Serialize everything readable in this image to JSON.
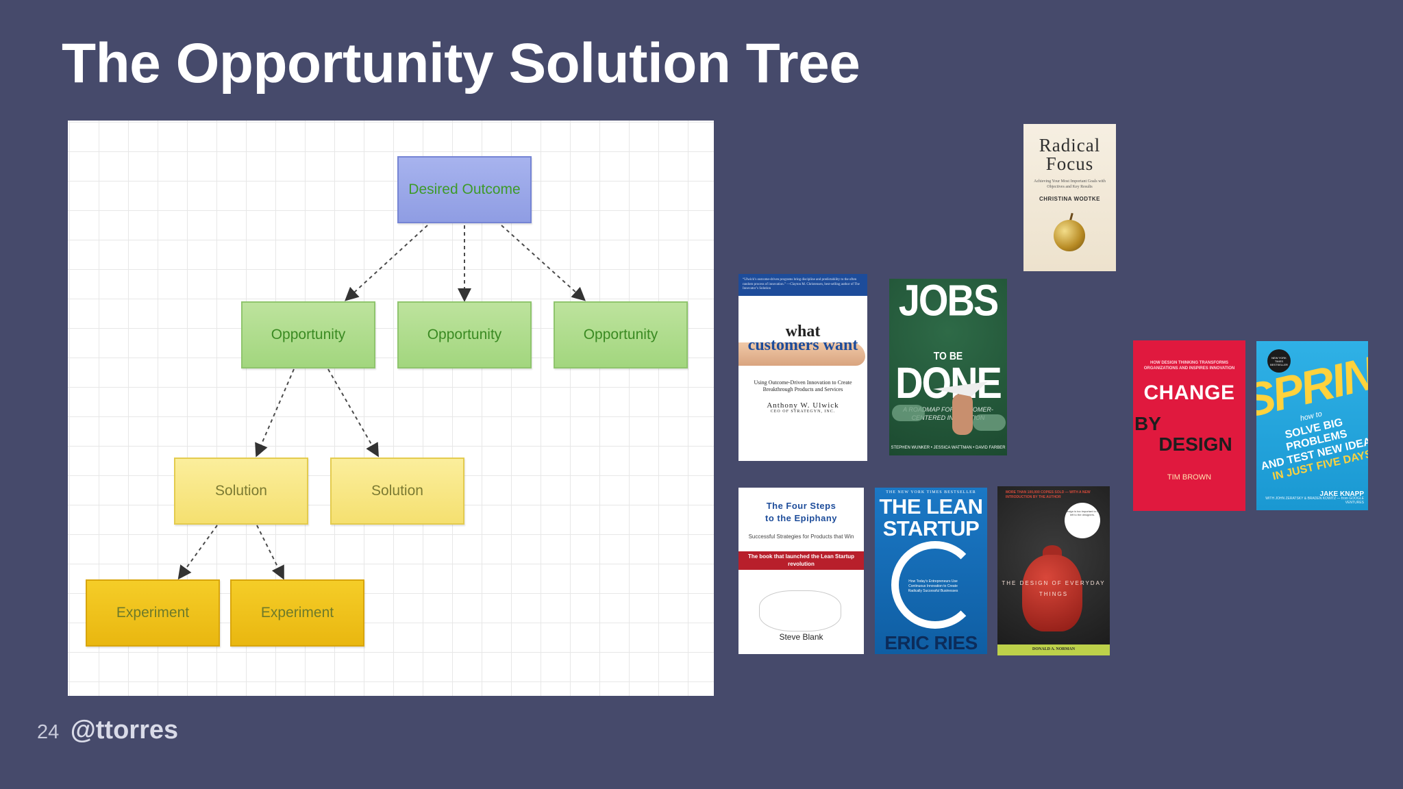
{
  "slide": {
    "title": "The Opportunity Solution Tree",
    "page_number": "24",
    "handle": "@ttorres"
  },
  "diagram": {
    "nodes": {
      "desired_outcome": "Desired Outcome",
      "opportunity_1": "Opportunity",
      "opportunity_2": "Opportunity",
      "opportunity_3": "Opportunity",
      "solution_1": "Solution",
      "solution_2": "Solution",
      "experiment_1": "Experiment",
      "experiment_2": "Experiment"
    },
    "colors": {
      "outcome": "#97a5e6",
      "opportunity": "#b1de8e",
      "solution": "#f8e682",
      "experiment": "#efc21c"
    }
  },
  "books": {
    "radical_focus": {
      "title": "Radical Focus",
      "subtitle": "Achieving Your Most Important Goals with Objectives and Key Results",
      "author": "CHRISTINA WODTKE"
    },
    "what_customers_want": {
      "praise": "“Ulwick’s outcome-driven programs bring discipline and predictability to the often random process of innovation.” —Clayton M. Christensen, best-selling author of The Innovator’s Solution",
      "title_line1": "what",
      "title_line2": "customers want",
      "description": "Using Outcome-Driven Innovation to Create Breakthrough Products and Services",
      "author": "Anthony W. Ulwick",
      "author_title": "CEO OF STRATEGYN, INC."
    },
    "jobs_to_be_done": {
      "title_line1": "JOBS",
      "to_be": "TO BE",
      "title_line2": "DONE",
      "subtitle": "A ROADMAP FOR CUSTOMER-CENTERED INNOVATION",
      "authors": "STEPHEN WUNKER • JESSICA WATTMAN • DAVID FARBER"
    },
    "four_steps": {
      "title_line1": "The Four Steps",
      "title_line2": "to the Epiphany",
      "subtitle": "Successful Strategies for Products that Win",
      "band": "The book that launched the Lean Startup revolution",
      "author": "Steve Blank"
    },
    "lean_startup": {
      "top_line": "THE NEW YORK TIMES BESTSELLER",
      "title_line1": "THE LEAN",
      "title_line2": "STARTUP",
      "inner_text": "How Today's Entrepreneurs Use Continuous Innovation to Create Radically Successful Businesses",
      "author": "ERIC RIES"
    },
    "design_everyday_things": {
      "top_line": "MORE THAN 100,000 COPIES SOLD — WITH A NEW INTRODUCTION BY THE AUTHOR",
      "quote": "Design is too important to be left to the designers.",
      "title": "THE DESIGN OF EVERYDAY THINGS",
      "author": "DONALD A. NORMAN"
    },
    "change_by_design": {
      "subtitle": "HOW DESIGN THINKING TRANSFORMS ORGANIZATIONS AND INSPIRES INNOVATION",
      "title_line1": "CHANGE",
      "title_by": "BY",
      "title_line2": "DESIGN",
      "author": "TIM BROWN"
    },
    "sprint": {
      "badge": "NEW YORK TIMES BESTSELLER",
      "title": "SPRINT",
      "how_to": "how to",
      "line1": "SOLVE BIG PROBLEMS",
      "line2": "AND TEST NEW IDEAS",
      "line3": "IN JUST FIVE DAYS",
      "author": "JAKE KNAPP",
      "coauthors": "WITH JOHN ZERATSKY & BRADEN KOWITZ — from GOOGLE VENTURES"
    }
  }
}
